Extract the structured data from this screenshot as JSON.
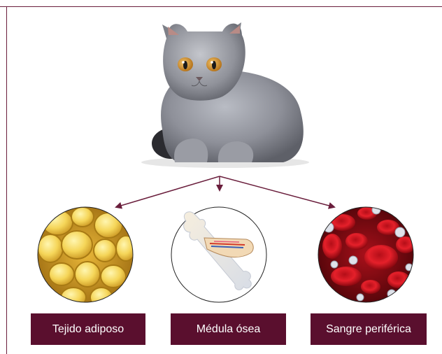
{
  "diagram": {
    "subject_icon": "cat-illustration",
    "nodes": [
      {
        "label": "Tejido adiposo",
        "icon": "fat-cells-icon"
      },
      {
        "label": "Médula ósea",
        "icon": "bone-marrow-icon"
      },
      {
        "label": "Sangre periférica",
        "icon": "blood-cells-icon"
      }
    ],
    "colors": {
      "accent": "#5a0f2e",
      "arrow": "#6a1e3c",
      "label_text": "#ffffff"
    }
  }
}
